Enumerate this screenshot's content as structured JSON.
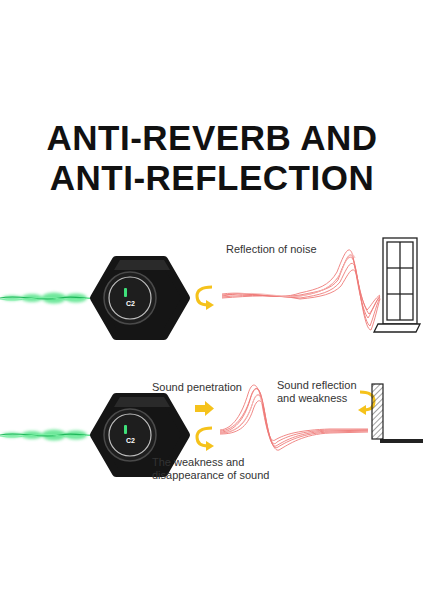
{
  "diagram": {
    "title": "ANTI-REVERB AND ANTI-REFLECTION",
    "labels": [
      "Reflection of noise",
      "Sound penetration",
      "Sound reflection and weakness",
      "The weakness and disappearance of sound",
      "C2",
      "C2"
    ]
  }
}
